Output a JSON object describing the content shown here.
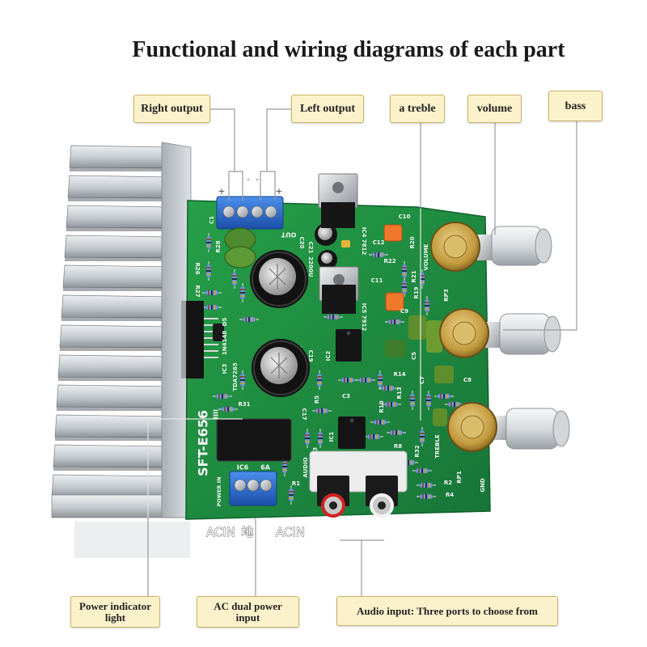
{
  "title": "Functional and wiring diagrams of each part",
  "labels": {
    "right_output": "Right output",
    "left_output": "Left output",
    "treble": "a treble",
    "volume": "volume",
    "bass": "bass",
    "power_indicator": "Power indicator light",
    "ac_power_input": "AC dual power input",
    "audio_input": "Audio input: Three ports to choose from"
  },
  "terminal_marks": [
    "+",
    "-",
    "-",
    "+"
  ],
  "power_terminal_labels": {
    "acin_left": "ACIN",
    "ground": "地",
    "acin_right": "ACIN"
  },
  "board": {
    "model": "SFT-E656",
    "model_sub": "IIII",
    "amp_chip": "TDA7265",
    "amp_ref": "IC3",
    "diode": "1N4148",
    "diode_ref": "D5",
    "bridge_ref": "IC6",
    "bridge_rating": "6A",
    "power_in": "POWER IN",
    "audio": "AUDIO",
    "gnd": "GND",
    "volume": "VOLUME",
    "treble": "TREBLE",
    "reg_pos": "IC4 7812",
    "reg_neg": "IC5 7912",
    "out": "OUT",
    "cap_spec": "2200U",
    "refs": [
      "R31",
      "R27",
      "R26",
      "R28",
      "C1",
      "C20",
      "C21",
      "C12",
      "C10",
      "R22",
      "C11",
      "R21",
      "R20",
      "R19",
      "C9",
      "C5",
      "R14",
      "R13",
      "C7",
      "C8",
      "R10",
      "R5",
      "C3",
      "C19",
      "C17",
      "IC1",
      "IC2",
      "R8",
      "R32",
      "R1",
      "R2",
      "R3",
      "R4",
      "RP1",
      "RP3"
    ]
  },
  "colors": {
    "board": "#1e8b3c",
    "heat_sink": "#c3c8cd",
    "label_background": "#fbf2cc",
    "label_border": "#c9b46a",
    "terminal_block": "#2a6fd6",
    "potentiometer": "#c29a3e",
    "knob": "#d9dcdf",
    "rca_left_ring": "#d22222",
    "rca_right_ring": "#f2f2f2"
  }
}
